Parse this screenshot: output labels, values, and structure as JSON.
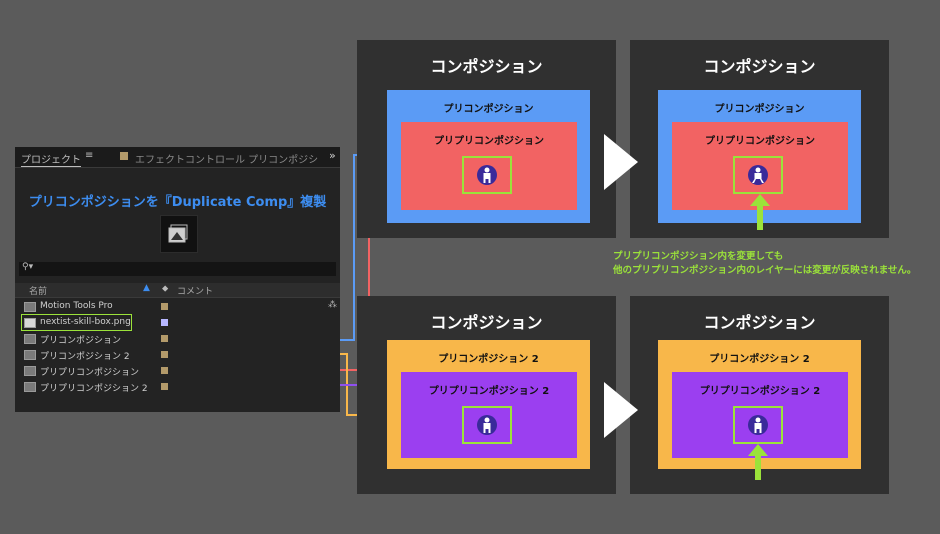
{
  "project_panel": {
    "tab_project": "プロジェクト",
    "tab_effects": "エフェクトコントロール プリコンポジシ",
    "title_banner": "プリコンポジションを『Duplicate Comp』複製",
    "header_name": "名前",
    "header_comment": "コメント",
    "rows": [
      {
        "name": "Motion Tools Pro",
        "label_color": "#b39a6a"
      },
      {
        "name": "nextist-skill-box.png",
        "label_color": "#b7b7ff"
      },
      {
        "name": "プリコンポジション",
        "label_color": "#b39a6a"
      },
      {
        "name": "プリコンポジション 2",
        "label_color": "#b39a6a"
      },
      {
        "name": "プリプリコンポジション",
        "label_color": "#b39a6a"
      },
      {
        "name": "プリプリコンポジション 2",
        "label_color": "#b39a6a"
      }
    ]
  },
  "compositions": {
    "top_left": {
      "title": "コンポジション",
      "pre": "プリコンポジション",
      "inner": "プリプリコンポジション"
    },
    "top_right": {
      "title": "コンポジション",
      "pre": "プリコンポジション",
      "inner": "プリプリコンポジション"
    },
    "bottom_left": {
      "title": "コンポジション",
      "pre": "プリコンポジション 2",
      "inner": "プリプリコンポジション 2"
    },
    "bottom_right": {
      "title": "コンポジション",
      "pre": "プリコンポジション 2",
      "inner": "プリプリコンポジション 2"
    }
  },
  "note": {
    "line1": "プリプリコンポジション内を変更しても",
    "line2": "他のプリプリコンポジション内のレイヤーには変更が反映されません。"
  },
  "colors": {
    "pre1_blue": "#5b9bf5",
    "inner1_red": "#f26363",
    "pre2_orange": "#f8b74a",
    "inner2_purple": "#9b3ff0",
    "highlight_green": "#9be23a",
    "line_purple": "#8f4ff0"
  },
  "icons": [
    "robot-icon",
    "comp-icon",
    "search-icon",
    "menu-icon",
    "expand-icon",
    "tag-icon",
    "sort-arrow-icon",
    "network-icon"
  ]
}
